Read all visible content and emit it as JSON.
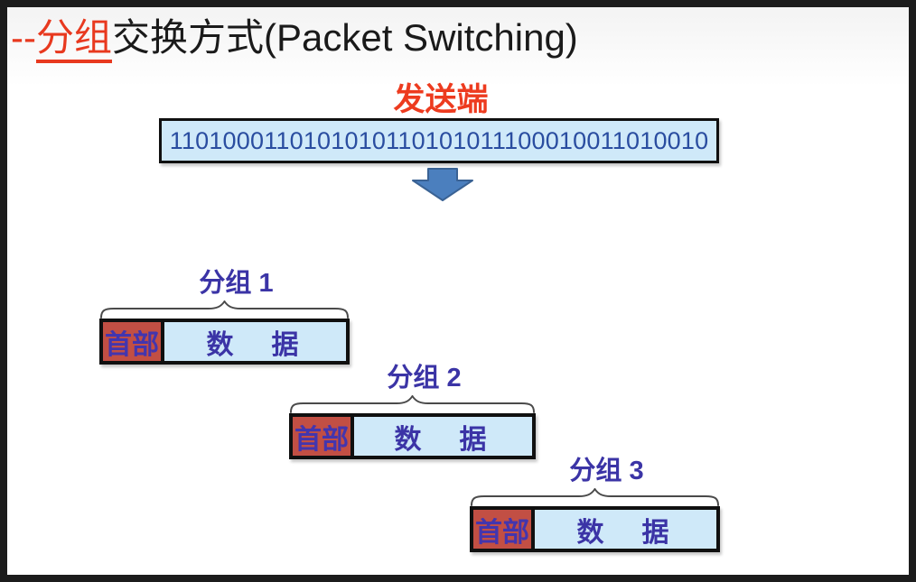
{
  "title": {
    "dashes": "--",
    "keyword": "分组",
    "rest": "交换方式(Packet Switching)"
  },
  "sender": {
    "label": "发送端"
  },
  "bitstream": {
    "value": "1101000110101010110101011100010011010010"
  },
  "packets": [
    {
      "label": "分组 1",
      "header_label": "首部",
      "data_label": "数　据"
    },
    {
      "label": "分组 2",
      "header_label": "首部",
      "data_label": "数　据"
    },
    {
      "label": "分组 3",
      "header_label": "首部",
      "data_label": "数　据"
    }
  ],
  "icons": {
    "down_arrow": "block-arrow-down",
    "brace": "horizontal-curly-brace"
  },
  "colors": {
    "accent_red": "#e8391f",
    "title_text": "#1a1a1a",
    "bit_text": "#2a4da0",
    "label_indigo": "#3b34a6",
    "header_fill": "#c24f44",
    "data_fill": "#cfe9f9",
    "box_border": "#101010",
    "arrow_fill": "#4b7fbe",
    "arrow_stroke": "#3a6294",
    "brace_stroke": "#4a4a4a",
    "frame": "#1c1c1c"
  }
}
